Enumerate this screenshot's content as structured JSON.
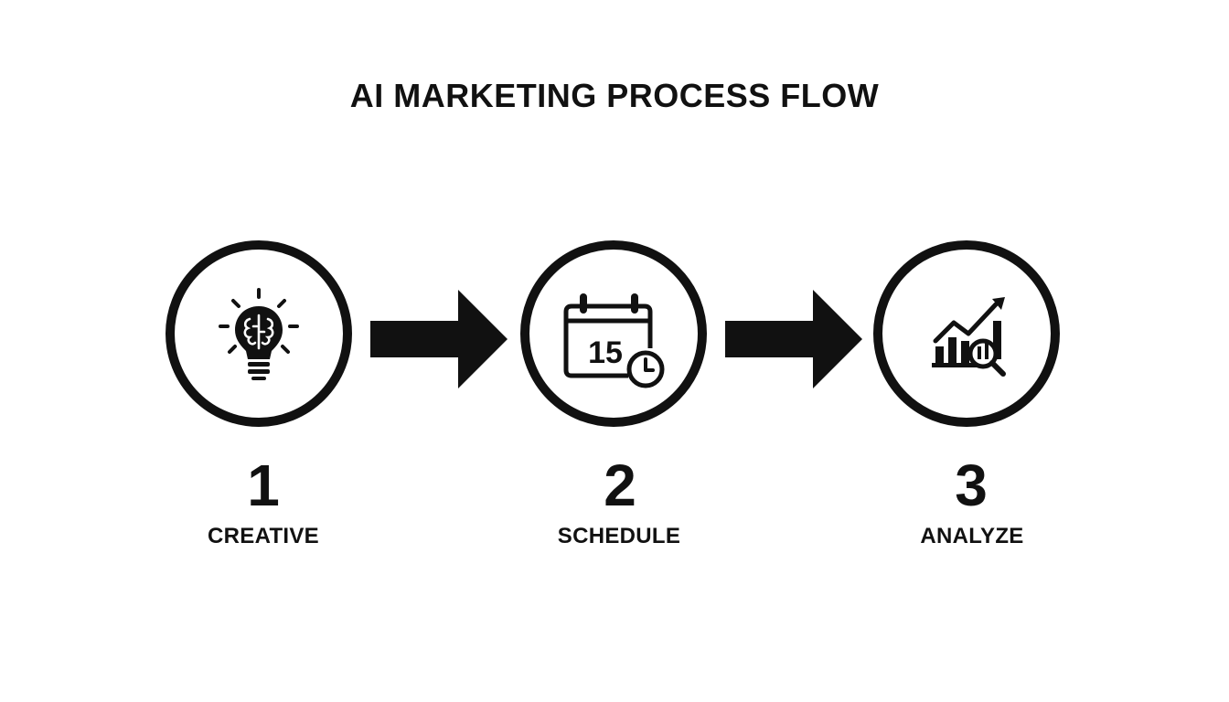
{
  "title": "AI MARKETING PROCESS FLOW",
  "steps": [
    {
      "number": "1",
      "label": "CREATIVE",
      "icon": "lightbulb-brain-icon"
    },
    {
      "number": "2",
      "label": "SCHEDULE",
      "icon": "calendar-clock-icon",
      "calendar_day": "15"
    },
    {
      "number": "3",
      "label": "ANALYZE",
      "icon": "chart-magnifier-icon"
    }
  ],
  "connectors": [
    "arrow-right",
    "arrow-right"
  ],
  "colors": {
    "ink": "#111111",
    "background": "#ffffff"
  }
}
